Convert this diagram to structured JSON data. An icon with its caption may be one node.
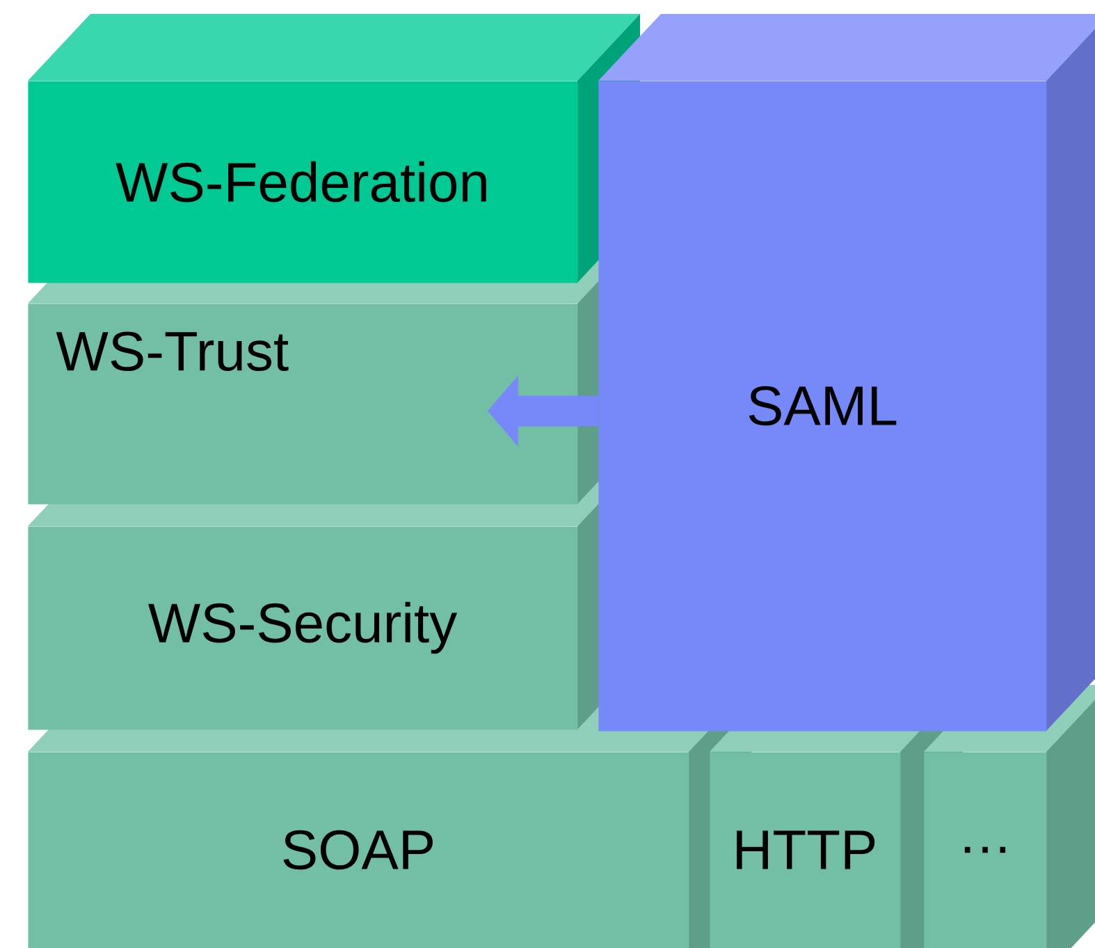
{
  "diagram": {
    "nodes": [
      {
        "text": [
          "WS-Federation"
        ]
      },
      {
        "text": [
          "WS-Trust"
        ]
      },
      {
        "text": [
          "WS-Security"
        ]
      },
      {
        "text": [
          "SAML"
        ]
      },
      {
        "text": [
          "SOAP"
        ]
      },
      {
        "text": [
          "HTTP"
        ]
      },
      {
        "text": [
          "…"
        ]
      }
    ],
    "edges": [
      {
        "from": 3,
        "to": 1,
        "arrow": "to"
      }
    ]
  }
}
